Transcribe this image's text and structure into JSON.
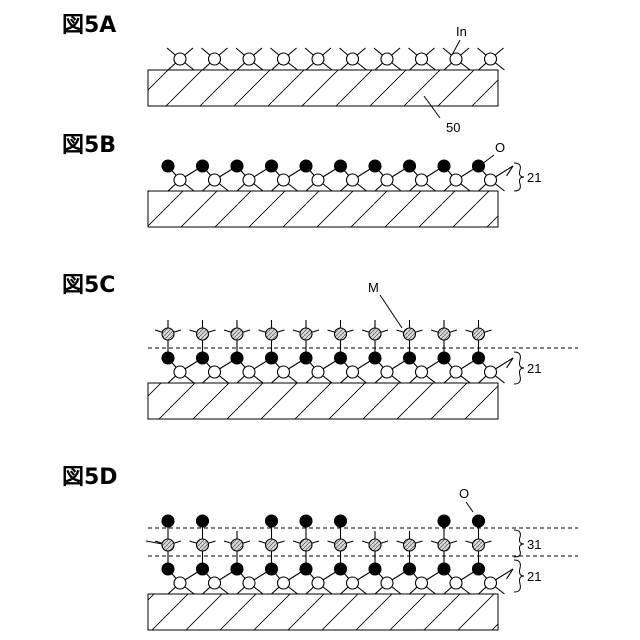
{
  "colors": {
    "ink": "#000000",
    "paper": "#ffffff",
    "hatch_fill": "#d8d8d8"
  },
  "figures": [
    {
      "id": "5A",
      "title": "図5A",
      "rows": [
        "In"
      ],
      "atom_label": "In",
      "substrate_label": "50",
      "bracket_labels": [],
      "dashed_layers": 0
    },
    {
      "id": "5B",
      "title": "図5B",
      "rows": [
        "In",
        "O"
      ],
      "atom_label": "O",
      "substrate_label": "",
      "bracket_labels": [
        "21"
      ],
      "dashed_layers": 0
    },
    {
      "id": "5C",
      "title": "図5C",
      "rows": [
        "In",
        "O",
        "M"
      ],
      "atom_label": "M",
      "substrate_label": "",
      "bracket_labels": [
        "21"
      ],
      "dashed_layers": 1
    },
    {
      "id": "5D",
      "title": "図5D",
      "rows": [
        "In",
        "O",
        "M",
        "O"
      ],
      "atom_label": "O",
      "substrate_label": "",
      "bracket_labels": [
        "31",
        "21"
      ],
      "dashed_layers": 2
    }
  ]
}
